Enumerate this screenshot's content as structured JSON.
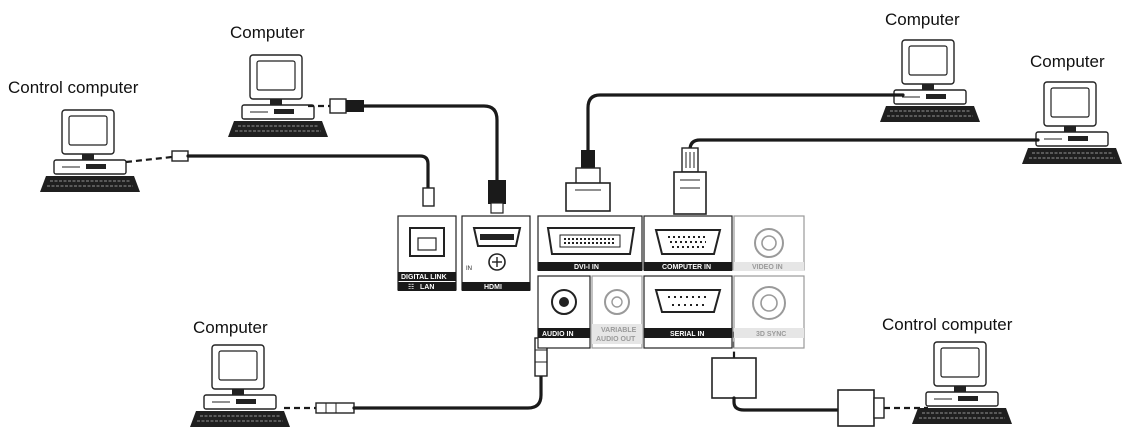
{
  "labels": {
    "computer_top_left": "Computer",
    "control_computer_left": "Control computer",
    "computer_top_right_a": "Computer",
    "computer_top_right_b": "Computer",
    "computer_bottom_left": "Computer",
    "control_computer_right": "Control computer"
  },
  "panel": {
    "digital_link": "DIGITAL LINK",
    "lan": "LAN",
    "hdmi_in": "IN",
    "hdmi": "HDMI",
    "dvi_in": "DVI-I IN",
    "computer_in": "COMPUTER IN",
    "video_in": "VIDEO IN",
    "audio_in": "AUDIO IN",
    "variable_audio_out_1": "VARIABLE",
    "variable_audio_out_2": "AUDIO OUT",
    "serial_in": "SERIAL IN",
    "sync_3d": "3D SYNC"
  }
}
